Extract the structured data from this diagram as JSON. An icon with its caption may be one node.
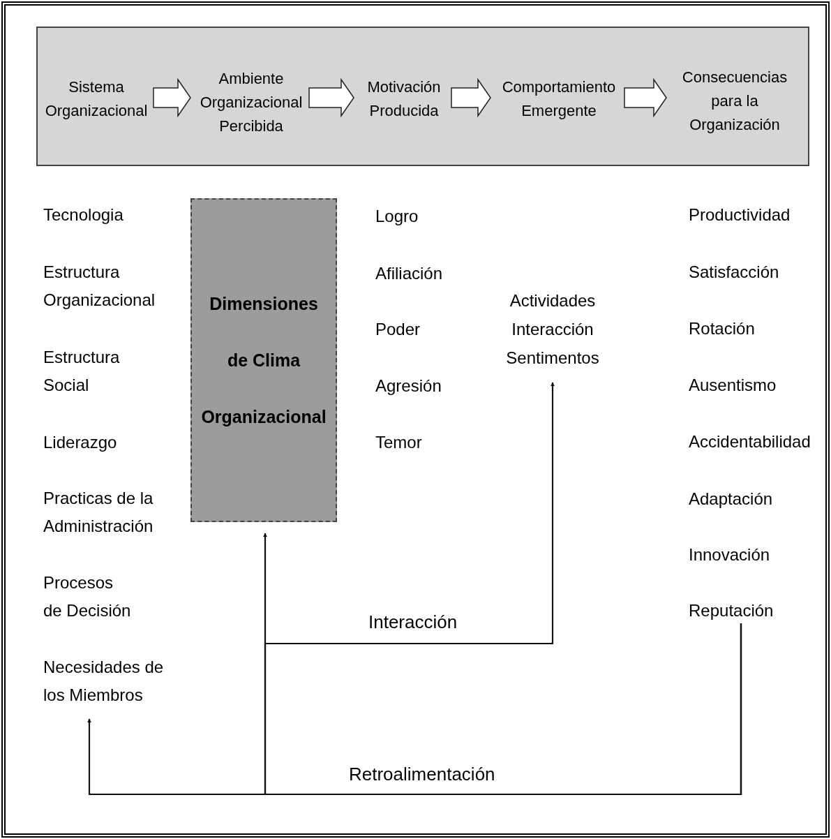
{
  "diagram": {
    "nodes": [
      {
        "text": [],
        "shape": "box"
      },
      {
        "text": [
          "Sistema Organizacional"
        ],
        "in": 0
      },
      {
        "text": [
          "Ambiente Organizacional Percibida"
        ],
        "in": 0
      },
      {
        "text": [
          "Motivación Producida"
        ],
        "in": 0
      },
      {
        "text": [
          "Comportamiento Emergente"
        ],
        "in": 0
      },
      {
        "text": [
          "Consecuencias para la Organización"
        ],
        "in": 0
      },
      {
        "text": [
          "Dimensiones de Clima Organizacional"
        ]
      },
      {
        "text": [
          "Actividades Interacción Sentimentos"
        ]
      },
      {
        "text": [
          "Necesidades de los Miembros"
        ]
      },
      {
        "text": [
          "Reputación"
        ]
      }
    ],
    "edges": [
      {
        "from": 1,
        "to": 2,
        "arrow": "to"
      },
      {
        "from": 2,
        "to": 3,
        "arrow": "to"
      },
      {
        "from": 3,
        "to": 4,
        "arrow": "to"
      },
      {
        "from": 4,
        "to": 5,
        "arrow": "to"
      },
      {
        "from": 9,
        "to": 8,
        "arrow": "to",
        "label": "Retroalimentación"
      },
      {
        "from": 9,
        "to": 6,
        "arrow": "to"
      },
      {
        "from": 9,
        "to": 7,
        "arrow": "to",
        "label": "Interacción"
      }
    ],
    "labels": [
      "Tecnologia",
      "Logro",
      "Productividad",
      "Estructura Organizacional",
      "Afiliación",
      "Satisfacción",
      "Poder",
      "Rotación",
      "Estructura Social",
      "Agresión",
      "Ausentismo",
      "Liderazgo",
      "Temor",
      "Accidentabilidad",
      "Practicas de la Administración",
      "Adaptación",
      "Innovación",
      "Procesos de Decisión"
    ]
  }
}
